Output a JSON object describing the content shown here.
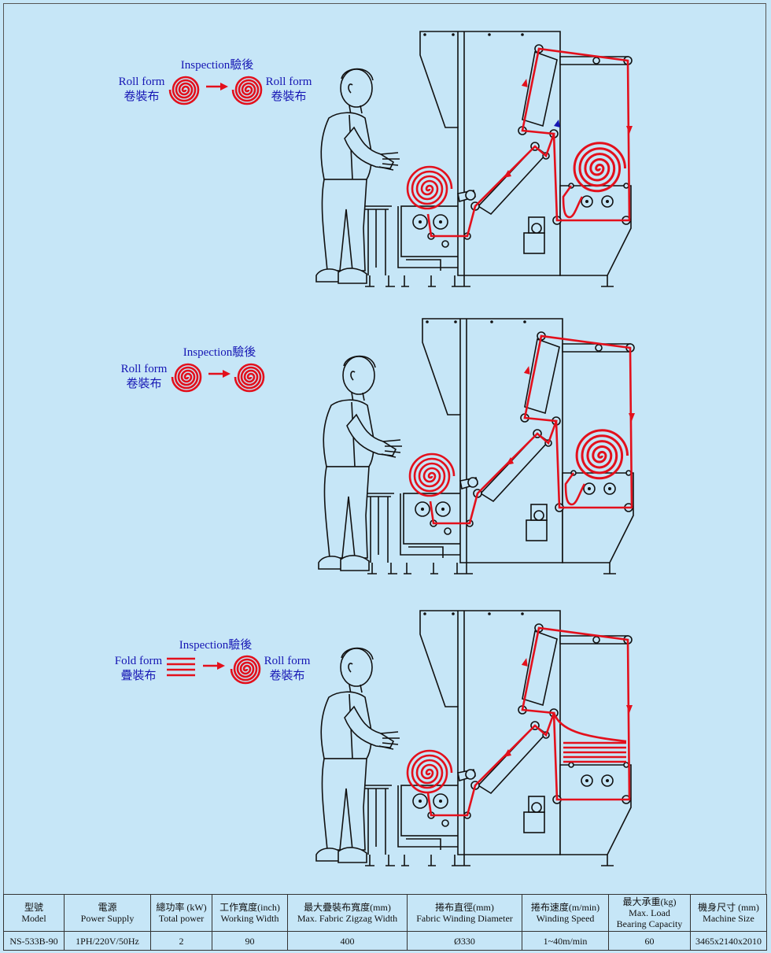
{
  "panels": [
    {
      "before": {
        "en": "Roll form",
        "zh": "卷裝布"
      },
      "inspection": "Inspection驗後",
      "after": {
        "en": "Roll form",
        "zh": "卷裝布"
      }
    },
    {
      "before": {
        "en": "Roll form",
        "zh": "卷裝布"
      },
      "inspection": "Inspection驗後",
      "after": {
        "en": "",
        "zh": ""
      }
    },
    {
      "before": {
        "en": "Fold form",
        "zh": "疊裝布"
      },
      "inspection": "Inspection驗後",
      "after": {
        "en": "Roll form",
        "zh": "卷裝布"
      }
    }
  ],
  "colors": {
    "background": "#c6e6f7",
    "fabric": "#e3101c",
    "label": "#1616b4",
    "line": "#111111"
  },
  "specs": {
    "headers": [
      {
        "zh": "型號",
        "en": "Model"
      },
      {
        "zh": "電源",
        "en": "Power Supply"
      },
      {
        "zh": "總功率 (kW)",
        "en": "Total power"
      },
      {
        "zh": "工作寬度(inch)",
        "en": "Working Width"
      },
      {
        "zh": "最大疊裝布寬度(mm)",
        "en": "Max. Fabric Zigzag Width"
      },
      {
        "zh": "捲布直徑(mm)",
        "en": "Fabric Winding Diameter"
      },
      {
        "zh": "捲布速度(m/min)",
        "en": "Winding Speed"
      },
      {
        "zh": "最大承重(kg)",
        "en": "Max. Load",
        "en2": "Bearing Capacity"
      },
      {
        "zh": "機身尺寸 (mm)",
        "en": "Machine Size"
      }
    ],
    "row": [
      "NS-533B-90",
      "1PH/220V/50Hz",
      "2",
      "90",
      "400",
      "Ø330",
      "1~40m/min",
      "60",
      "3465x2140x2010"
    ]
  }
}
